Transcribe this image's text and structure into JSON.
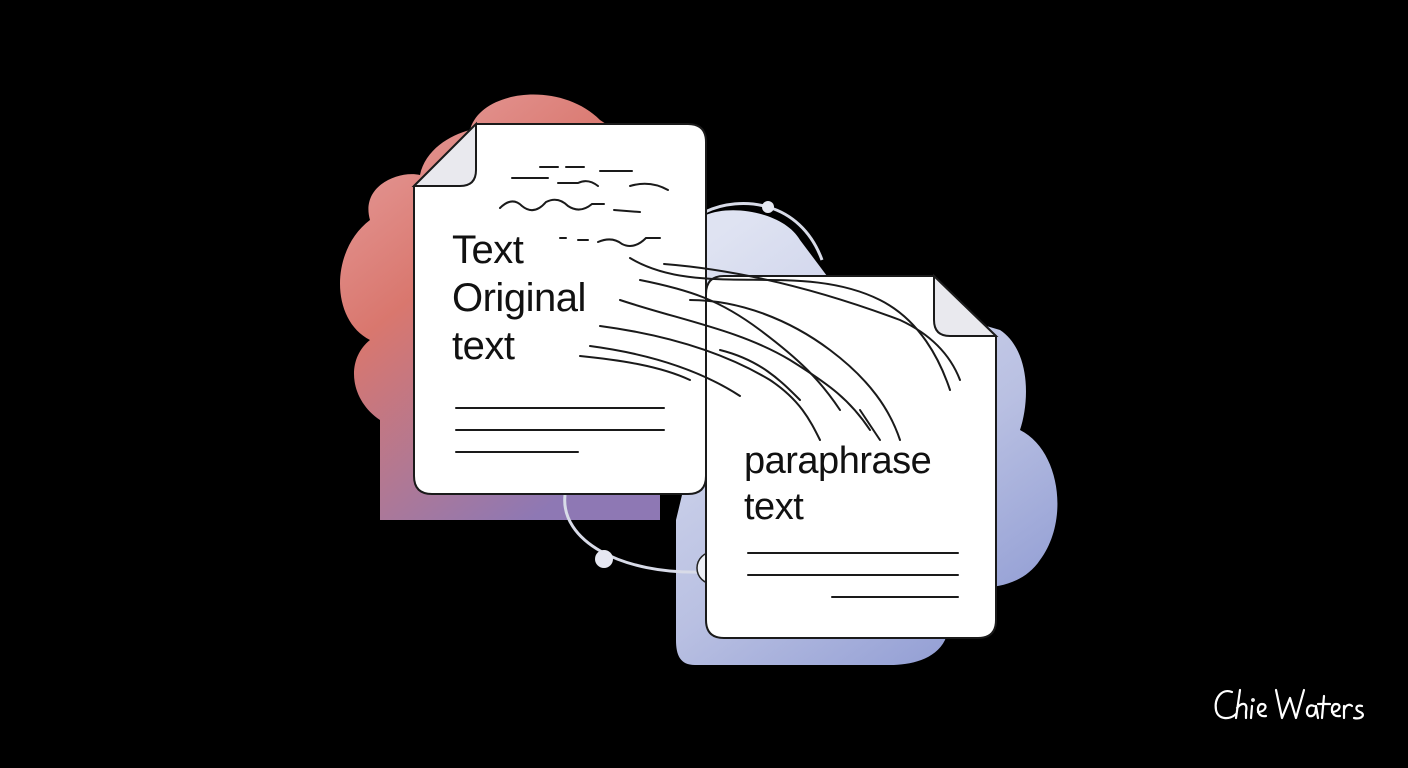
{
  "original_document": {
    "line_1": "Text",
    "line_2": "Original",
    "line_3": "text"
  },
  "paraphrased_document": {
    "line_1": "paraphrase",
    "line_2": "text"
  },
  "signature": "Chie Waters",
  "colors": {
    "background": "#000000",
    "paper": "#ffffff",
    "ink": "#111111",
    "warm_blob": "#e58a7a",
    "cool_blob": "#b8c0e0"
  }
}
